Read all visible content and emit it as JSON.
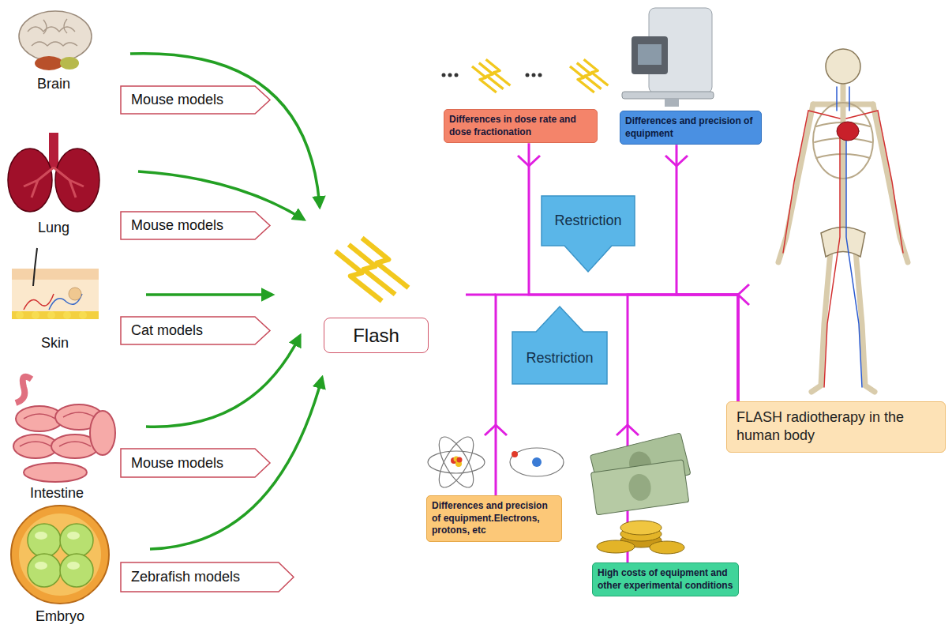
{
  "diagram": {
    "nodes": [
      {
        "text": [
          "Mouse models"
        ]
      },
      {
        "text": [
          "Mouse models"
        ]
      },
      {
        "text": [
          "Cat models"
        ]
      },
      {
        "text": [
          "Mouse models"
        ]
      },
      {
        "text": [
          "Zebrafish models"
        ]
      },
      {
        "text": [
          "Flash"
        ]
      },
      {
        "text": [
          "Differences in dose rate and dose fractionation"
        ]
      },
      {
        "text": [
          "Differences and precision of equipment"
        ]
      },
      {
        "text": [
          "Restriction"
        ]
      },
      {
        "text": [
          "Restriction"
        ]
      },
      {
        "text": [
          "Differences and precision of equipment.Electrons, protons, etc"
        ]
      },
      {
        "text": [
          "High costs of equipment and other experimental conditions"
        ]
      },
      {
        "text": [
          "FLASH radiotherapy in the human body"
        ]
      }
    ],
    "edges": [
      {
        "from": 6,
        "to": 12,
        "arrow": "none"
      },
      {
        "from": 7,
        "to": 12,
        "arrow": "none"
      },
      {
        "from": 10,
        "to": 12,
        "arrow": "none"
      },
      {
        "from": 11,
        "to": 12,
        "arrow": "none"
      }
    ],
    "labels": [
      "Brain",
      "Lung",
      "Skin",
      "Intestine",
      "Embryo"
    ]
  }
}
